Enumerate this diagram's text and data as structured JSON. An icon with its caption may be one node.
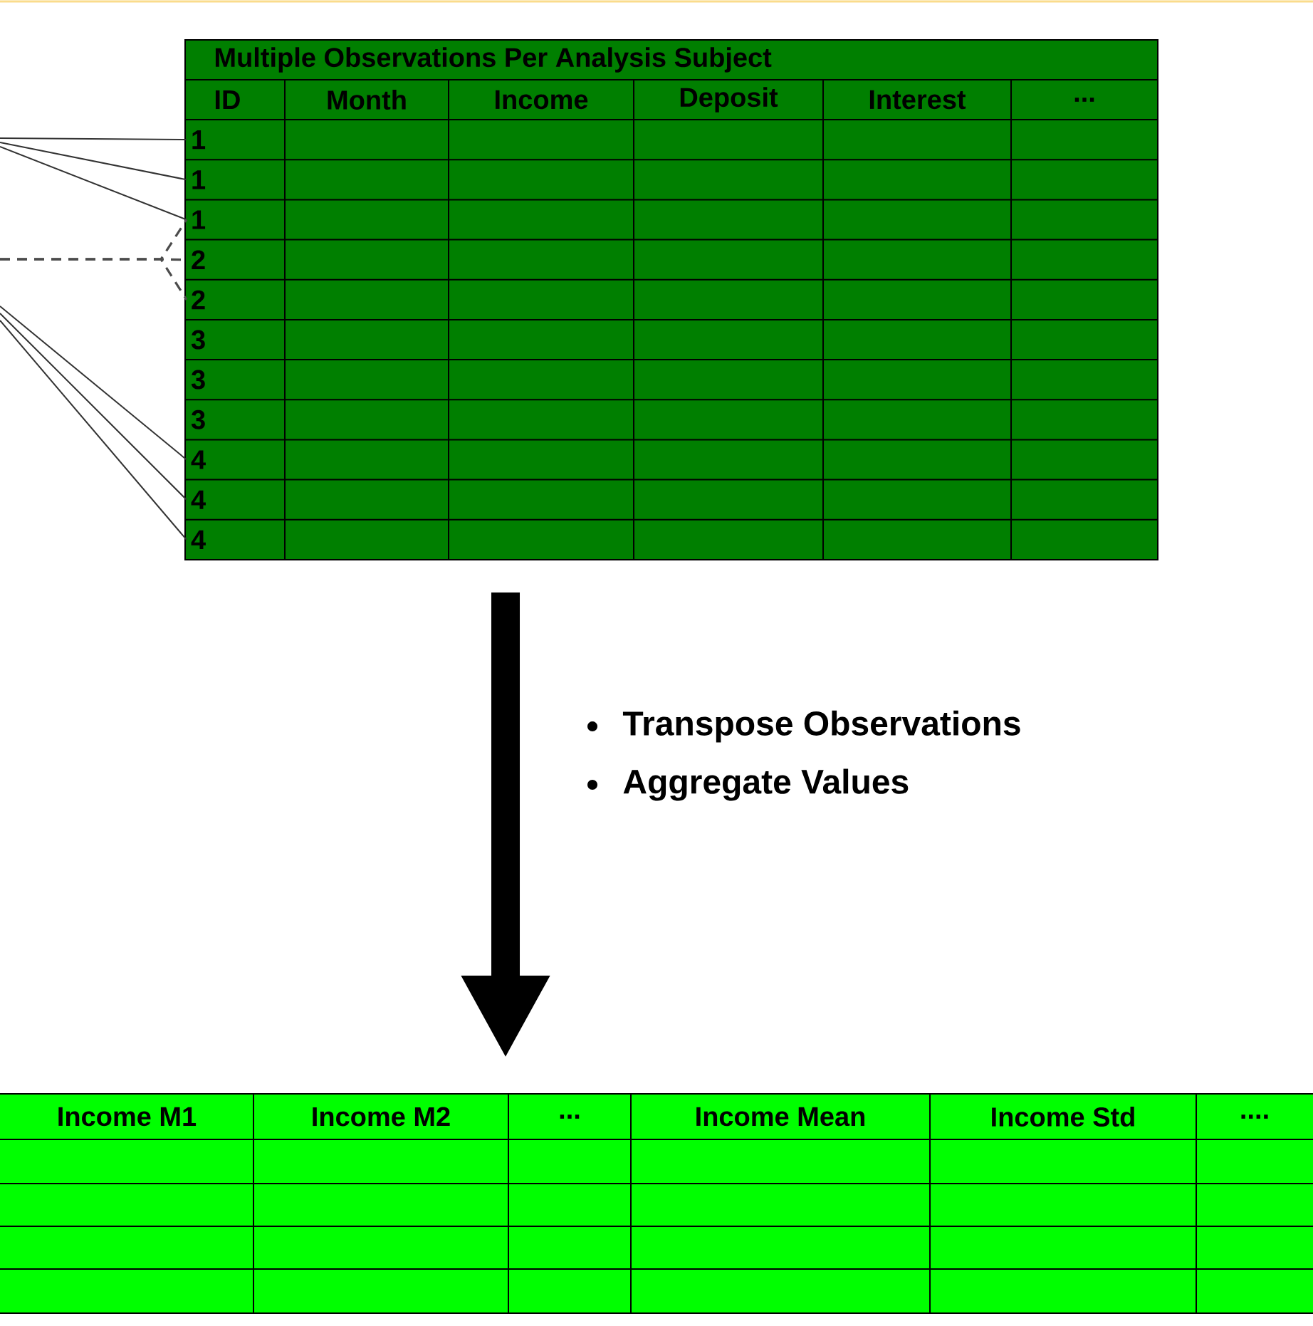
{
  "diagram": {
    "nodes": [
      {
        "text": [
          "Multiple Observations Per Analysis Subject",
          "ID",
          "Month",
          "Income",
          "Deposit",
          "Interest",
          "..."
        ]
      },
      {
        "text": [
          "1"
        ],
        "in": 0
      },
      {
        "text": [
          "1"
        ],
        "in": 0
      },
      {
        "text": [
          "1"
        ],
        "in": 0
      },
      {
        "text": [
          "2"
        ],
        "in": 0
      },
      {
        "text": [
          "2"
        ],
        "in": 0
      },
      {
        "text": [
          "3"
        ],
        "in": 0
      },
      {
        "text": [
          "3"
        ],
        "in": 0
      },
      {
        "text": [
          "3"
        ],
        "in": 0
      },
      {
        "text": [
          "4"
        ],
        "in": 0
      },
      {
        "text": [
          "4"
        ],
        "in": 0
      },
      {
        "text": [
          "4"
        ],
        "in": 0
      },
      {
        "text": [
          "Income M1",
          "Income M2",
          "...",
          "Income Mean",
          "Income Std",
          "...."
        ]
      }
    ],
    "edges": [
      {
        "from": null,
        "to": 1,
        "arrow": "none"
      },
      {
        "from": null,
        "to": 2,
        "arrow": "none"
      },
      {
        "from": null,
        "to": 3,
        "arrow": "none"
      },
      {
        "from": null,
        "to": 3,
        "arrow": "none",
        "style": "dashed"
      },
      {
        "from": null,
        "to": 4,
        "arrow": "none",
        "style": "dashed"
      },
      {
        "from": null,
        "to": 5,
        "arrow": "none",
        "style": "dashed"
      },
      {
        "from": null,
        "to": 9,
        "arrow": "none"
      },
      {
        "from": null,
        "to": 10,
        "arrow": "none"
      },
      {
        "from": null,
        "to": 11,
        "arrow": "none"
      },
      {
        "from": 0,
        "to": 12,
        "arrow": "to",
        "style": "thick"
      }
    ],
    "labels": [
      "Transpose Observations",
      "Aggregate Values"
    ]
  }
}
